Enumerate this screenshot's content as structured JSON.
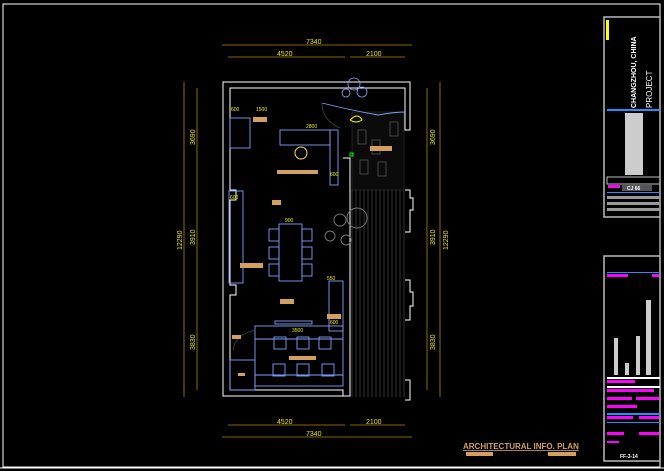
{
  "drawing": {
    "title": "ARCHITECTURAL INFO. PLAN",
    "dimensions": {
      "overall_width": "7340",
      "left_width": "4520",
      "right_width": "2100",
      "overall_height": "12290",
      "segment_top": "3690",
      "segment_middle": "3910",
      "segment_bottom": "3830"
    },
    "labels": {
      "l600a": "600",
      "l1500": "1500",
      "l2800": "2800",
      "l600b": "600",
      "l600c": "600",
      "l900": "900",
      "l550": "550",
      "l3500": "3500",
      "l600d": "600"
    }
  },
  "title_block": {
    "location": "CHANGZHOU, CHINA",
    "project_label": "PROJECT",
    "sheet_code": "CJ 66",
    "sheet_number": "FF-3-14"
  },
  "colors": {
    "wall": "#ffffff",
    "furniture": "#7f9fff",
    "dimension": "#b8860b",
    "dim_text": "#e8e800",
    "tag": "#d4a060",
    "magenta": "#ff00ff",
    "accent_blue": "#1e90ff"
  }
}
